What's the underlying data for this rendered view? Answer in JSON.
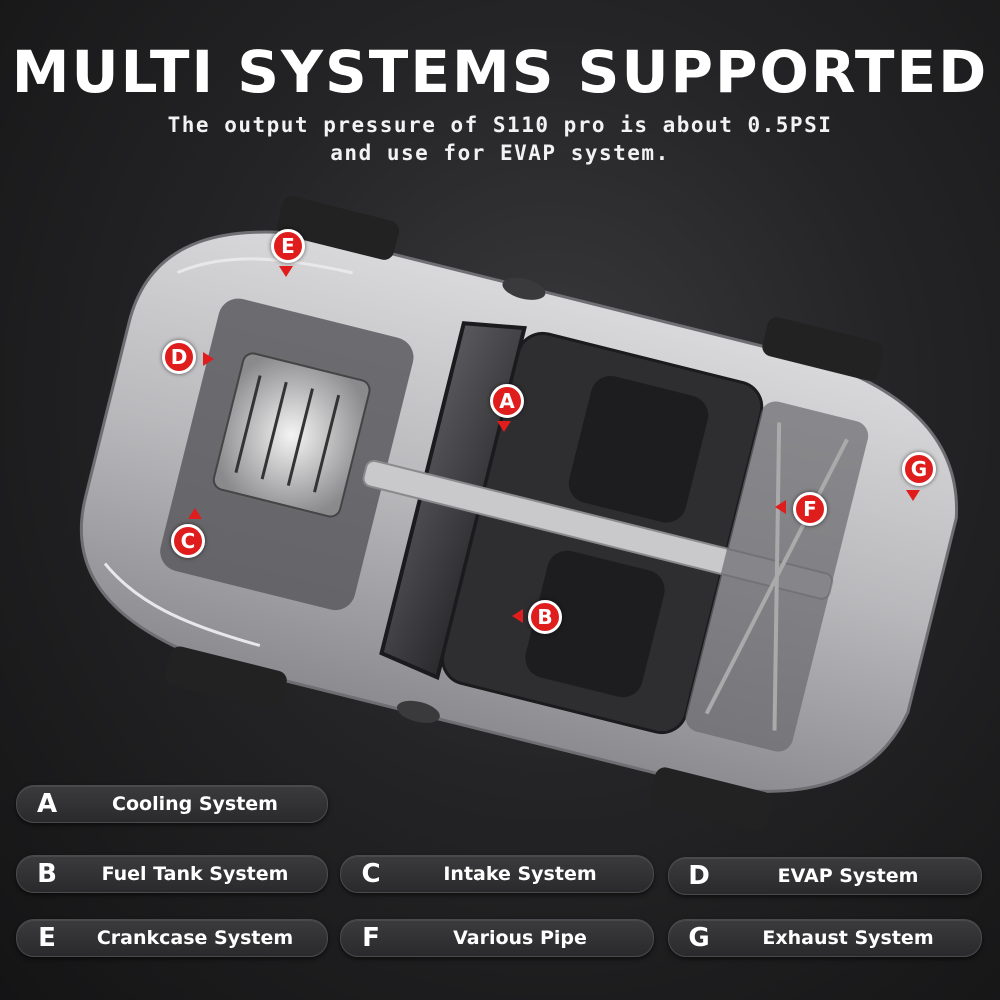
{
  "header": {
    "title": "MULTI SYSTEMS SUPPORTED",
    "subtitle_line1": "The output pressure of S110 pro is about 0.5PSI",
    "subtitle_line2": "and use for EVAP system."
  },
  "colors": {
    "accent_red": "#e01d1d",
    "background": "#242426",
    "pill": "#323234"
  },
  "markers": {
    "a": "A",
    "b": "B",
    "c": "C",
    "d": "D",
    "e": "E",
    "f": "F",
    "g": "G"
  },
  "legend": {
    "items": [
      {
        "letter": "A",
        "label": "Cooling System"
      },
      {
        "letter": "B",
        "label": "Fuel Tank System"
      },
      {
        "letter": "C",
        "label": "Intake System"
      },
      {
        "letter": "D",
        "label": "EVAP System"
      },
      {
        "letter": "E",
        "label": "Crankcase System"
      },
      {
        "letter": "F",
        "label": "Various Pipe"
      },
      {
        "letter": "G",
        "label": "Exhaust System"
      }
    ]
  }
}
